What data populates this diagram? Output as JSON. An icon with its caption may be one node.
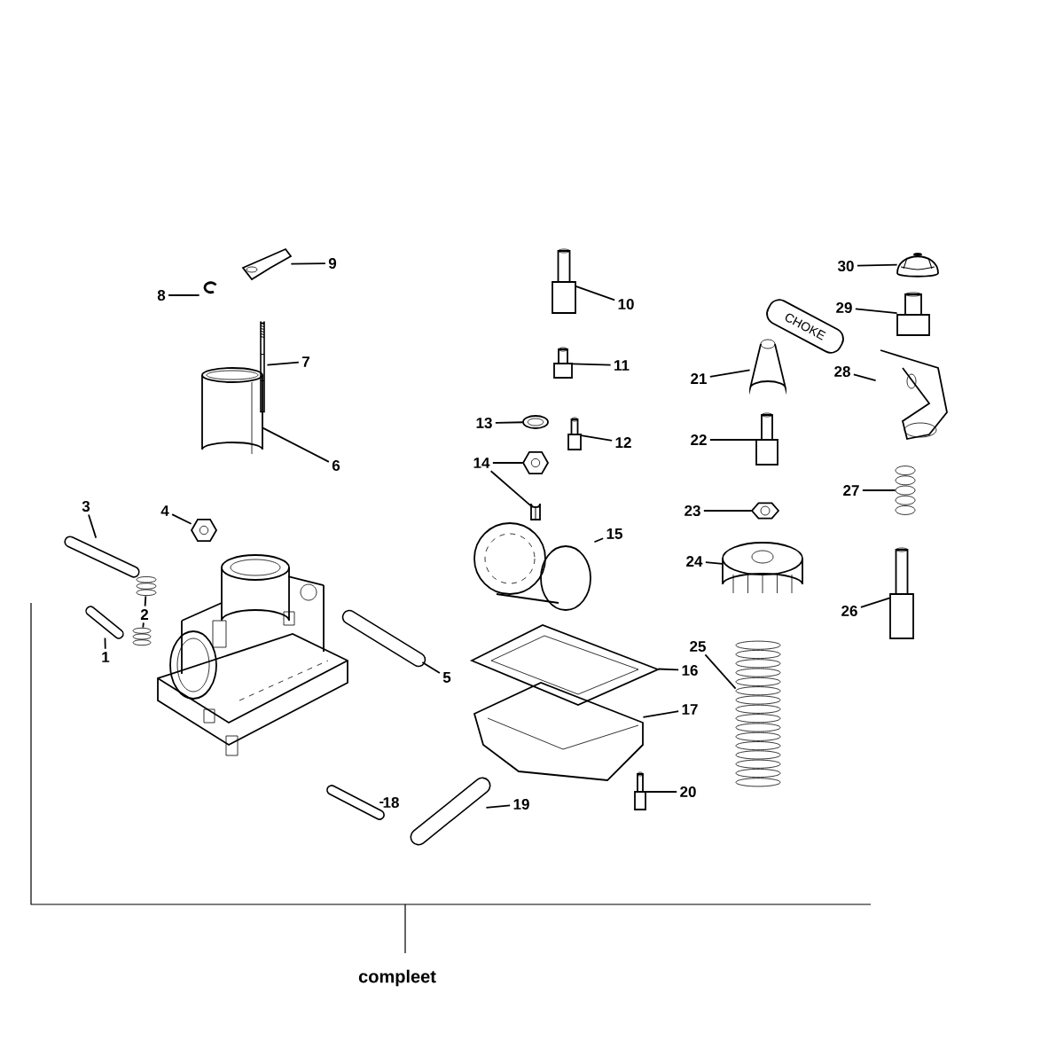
{
  "diagram": {
    "nodes": [
      {
        "text": [
          "1"
        ]
      },
      {
        "text": [
          "2"
        ]
      },
      {
        "text": [
          "3"
        ]
      },
      {
        "text": [
          "4"
        ]
      },
      {
        "text": [
          "5"
        ]
      },
      {
        "text": [
          "6"
        ]
      },
      {
        "text": [
          "7"
        ]
      },
      {
        "text": [
          "8"
        ]
      },
      {
        "text": [
          "9"
        ]
      },
      {
        "text": [
          "10"
        ]
      },
      {
        "text": [
          "11"
        ]
      },
      {
        "text": [
          "12"
        ]
      },
      {
        "text": [
          "13"
        ]
      },
      {
        "text": [
          "14"
        ]
      },
      {
        "text": [
          "15"
        ]
      },
      {
        "text": [
          "16"
        ]
      },
      {
        "text": [
          "17"
        ]
      },
      {
        "text": [
          "18"
        ]
      },
      {
        "text": [
          "19"
        ]
      },
      {
        "text": [
          "20"
        ]
      },
      {
        "text": [
          "21"
        ]
      },
      {
        "text": [
          "22"
        ]
      },
      {
        "text": [
          "23"
        ]
      },
      {
        "text": [
          "24"
        ]
      },
      {
        "text": [
          "25"
        ]
      },
      {
        "text": [
          "26"
        ]
      },
      {
        "text": [
          "27"
        ]
      },
      {
        "text": [
          "28"
        ]
      },
      {
        "text": [
          "29"
        ]
      },
      {
        "text": [
          "30"
        ]
      },
      {
        "text": [],
        "shape": "picture"
      },
      {
        "text": [],
        "shape": "picture"
      },
      {
        "text": [],
        "shape": "picture"
      },
      {
        "text": [],
        "shape": "picture"
      },
      {
        "text": [],
        "shape": "picture"
      },
      {
        "text": [],
        "shape": "picture"
      },
      {
        "text": [],
        "shape": "picture"
      },
      {
        "text": [],
        "shape": "picture"
      },
      {
        "text": [],
        "shape": "picture"
      },
      {
        "text": [],
        "shape": "picture"
      },
      {
        "text": [],
        "shape": "picture"
      },
      {
        "text": [],
        "shape": "picture"
      },
      {
        "text": [],
        "shape": "picture"
      },
      {
        "text": [],
        "shape": "picture"
      },
      {
        "text": [],
        "shape": "picture"
      },
      {
        "text": [],
        "shape": "picture"
      },
      {
        "text": [],
        "shape": "picture"
      },
      {
        "text": [],
        "shape": "picture"
      },
      {
        "text": [],
        "shape": "picture"
      },
      {
        "text": [],
        "shape": "picture"
      },
      {
        "text": [],
        "shape": "picture"
      },
      {
        "text": [],
        "shape": "picture"
      },
      {
        "text": [],
        "shape": "picture"
      },
      {
        "text": [],
        "shape": "picture"
      },
      {
        "text": [],
        "shape": "picture"
      },
      {
        "text": [],
        "shape": "picture"
      },
      {
        "text": [],
        "shape": "picture"
      },
      {
        "text": [],
        "shape": "picture"
      },
      {
        "text": [],
        "shape": "picture"
      },
      {
        "text": [],
        "shape": "picture"
      },
      {
        "text": [],
        "shape": "picture"
      },
      {
        "text": [],
        "shape": "picture"
      }
    ],
    "edges": [
      {
        "from": 0,
        "to": 30,
        "arrow": "none"
      },
      {
        "from": 1,
        "to": 31,
        "arrow": "none"
      },
      {
        "from": 1,
        "to": 32,
        "arrow": "none"
      },
      {
        "from": 2,
        "to": 33,
        "arrow": "none"
      },
      {
        "from": 3,
        "to": 34,
        "arrow": "none"
      },
      {
        "from": 4,
        "to": 35,
        "arrow": "none"
      },
      {
        "from": 5,
        "to": 36,
        "arrow": "none"
      },
      {
        "from": 6,
        "to": 37,
        "arrow": "none"
      },
      {
        "from": 7,
        "to": 38,
        "arrow": "none"
      },
      {
        "from": 8,
        "to": 39,
        "arrow": "none"
      },
      {
        "from": 9,
        "to": 40,
        "arrow": "none"
      },
      {
        "from": 10,
        "to": 41,
        "arrow": "none"
      },
      {
        "from": 11,
        "to": 42,
        "arrow": "none"
      },
      {
        "from": 12,
        "to": 43,
        "arrow": "none"
      },
      {
        "from": 13,
        "to": 44,
        "arrow": "none"
      },
      {
        "from": 13,
        "to": 45,
        "arrow": "none"
      },
      {
        "from": 14,
        "to": 46,
        "arrow": "none"
      },
      {
        "from": 15,
        "to": 47,
        "arrow": "none"
      },
      {
        "from": 16,
        "to": 48,
        "arrow": "none"
      },
      {
        "from": 17,
        "to": 49,
        "arrow": "none"
      },
      {
        "from": 18,
        "to": 50,
        "arrow": "none"
      },
      {
        "from": 19,
        "to": 51,
        "arrow": "none"
      },
      {
        "from": 20,
        "to": 52,
        "arrow": "none"
      },
      {
        "from": 21,
        "to": 53,
        "arrow": "none"
      },
      {
        "from": 22,
        "to": 54,
        "arrow": "none"
      },
      {
        "from": 23,
        "to": 55,
        "arrow": "none"
      },
      {
        "from": 24,
        "to": 56,
        "arrow": "none"
      },
      {
        "from": 25,
        "to": 57,
        "arrow": "none"
      },
      {
        "from": 26,
        "to": 58,
        "arrow": "none"
      },
      {
        "from": 27,
        "to": 59,
        "arrow": "none"
      },
      {
        "from": 28,
        "to": 60,
        "arrow": "none"
      },
      {
        "from": 29,
        "to": 61,
        "arrow": "none"
      }
    ],
    "labels": [
      "CHOKE",
      "compleet"
    ]
  }
}
